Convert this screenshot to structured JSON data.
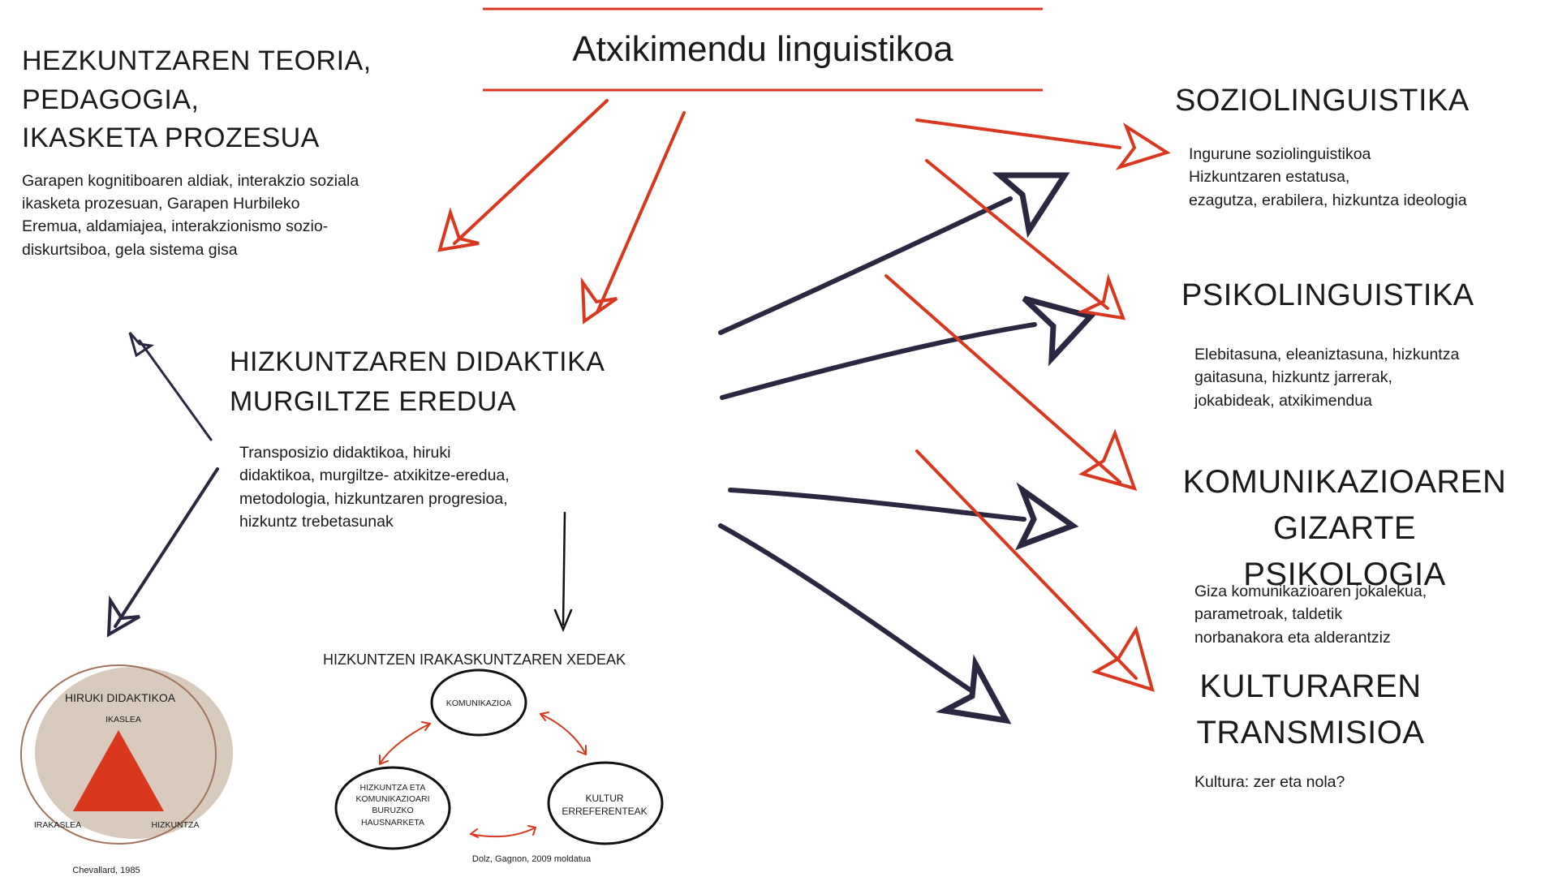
{
  "title": "Atxikimendu linguistikoa",
  "colors": {
    "red": "#d9381e",
    "navy": "#2a2840",
    "beige": "#d8cbbd",
    "beige_line": "#a0725c"
  },
  "top_left": {
    "heading": [
      "HEZKUNTZAREN TEORIA,",
      "PEDAGOGIA,",
      "IKASKETA PROZESUA"
    ],
    "text": [
      "Garapen kognitiboaren aldiak, interakzio soziala",
      "ikasketa prozesuan, Garapen Hurbileko",
      "Eremua, aldamiajea, interakzionismo sozio-",
      "diskurtsiboa, gela sistema gisa"
    ]
  },
  "center": {
    "heading": [
      "HIZKUNTZAREN DIDAKTIKA",
      "MURGILTZE EREDUA"
    ],
    "text": [
      "Transposizio didaktikoa, hiruki",
      "didaktikoa, murgiltze- atxikitze-eredua,",
      "metodologia, hizkuntzaren progresioa,",
      "hizkuntz trebetasunak"
    ]
  },
  "right": [
    {
      "heading": [
        "SOZIOLINGUISTIKA"
      ],
      "text": [
        "Ingurune soziolinguistikoa",
        "Hizkuntzaren estatusa,",
        "ezagutza, erabilera, hizkuntza ideologia"
      ]
    },
    {
      "heading": [
        "PSIKOLINGUISTIKA"
      ],
      "text": [
        "Elebitasuna, eleaniztasuna, hizkuntza",
        "gaitasuna, hizkuntz jarrerak,",
        "jokabideak, atxikimendua"
      ]
    },
    {
      "heading": [
        "KOMUNIKAZIOAREN",
        "GIZARTE PSIKOLOGIA"
      ],
      "text": [
        "Giza komunikazioaren jokalekua,",
        "parametroak, taldetik",
        "norbanakora eta alderantziz"
      ]
    },
    {
      "heading": [
        "KULTURAREN",
        "TRANSMISIOA"
      ],
      "text": [
        "Kultura: zer eta nola?"
      ]
    }
  ],
  "triangle": {
    "title": "HIRUKI DIDAKTIKOA",
    "top": "IKASLEA",
    "left": "IRAKASLEA",
    "right": "HIZKUNTZA",
    "source": "Chevallard, 1985"
  },
  "goals": {
    "title": "HIZKUNTZEN IRAKASKUNTZAREN XEDEAK",
    "node1": "KOMUNIKAZIOA",
    "node2": [
      "HIZKUNTZA ETA",
      "KOMUNIKAZIOARI",
      "BURUZKO",
      "HAUSNARKETA"
    ],
    "node3": [
      "KULTUR",
      "ERREFERENTEAK"
    ],
    "source": "Dolz, Gagnon, 2009 moldatua"
  }
}
